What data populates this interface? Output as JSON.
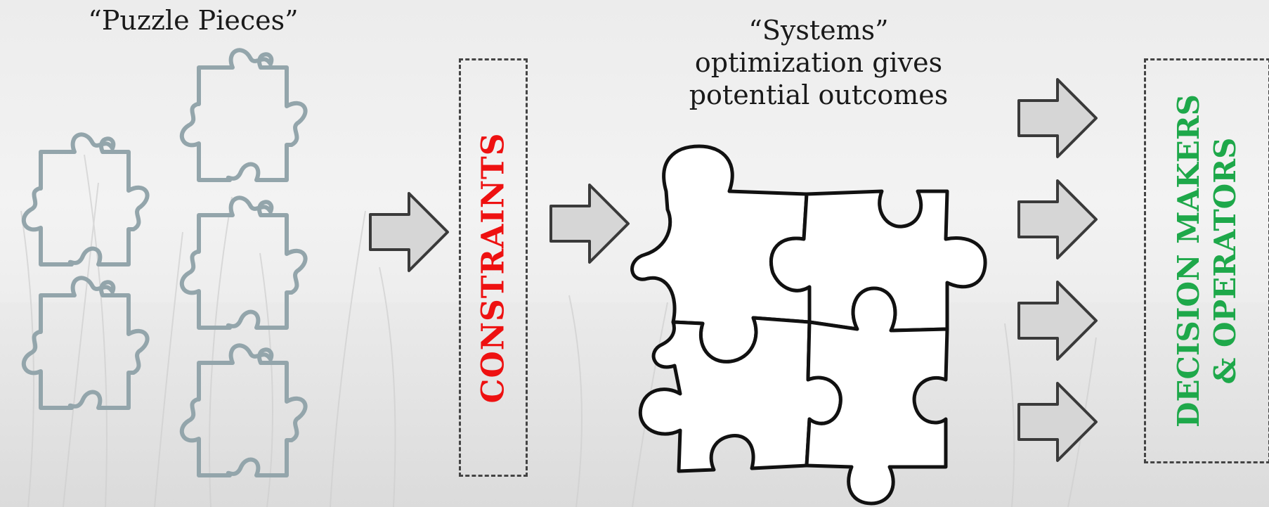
{
  "titles": {
    "puzzle_pieces": "“Puzzle Pieces”",
    "systems_line1": "“Systems”",
    "systems_line2": "optimization gives",
    "systems_line3": "potential outcomes"
  },
  "constraints": {
    "label": "CONSTRAINTS"
  },
  "decision": {
    "line1": "DECISION MAKERS",
    "line2": "& OPERATORS"
  },
  "colors": {
    "constraints_text": "#ee1111",
    "decision_text": "#1ea84a",
    "loose_piece_stroke": "#93a5ab",
    "assembled_piece_stroke": "#111111",
    "arrow_fill": "#d6d6d6",
    "arrow_stroke": "#3a3a3a"
  }
}
